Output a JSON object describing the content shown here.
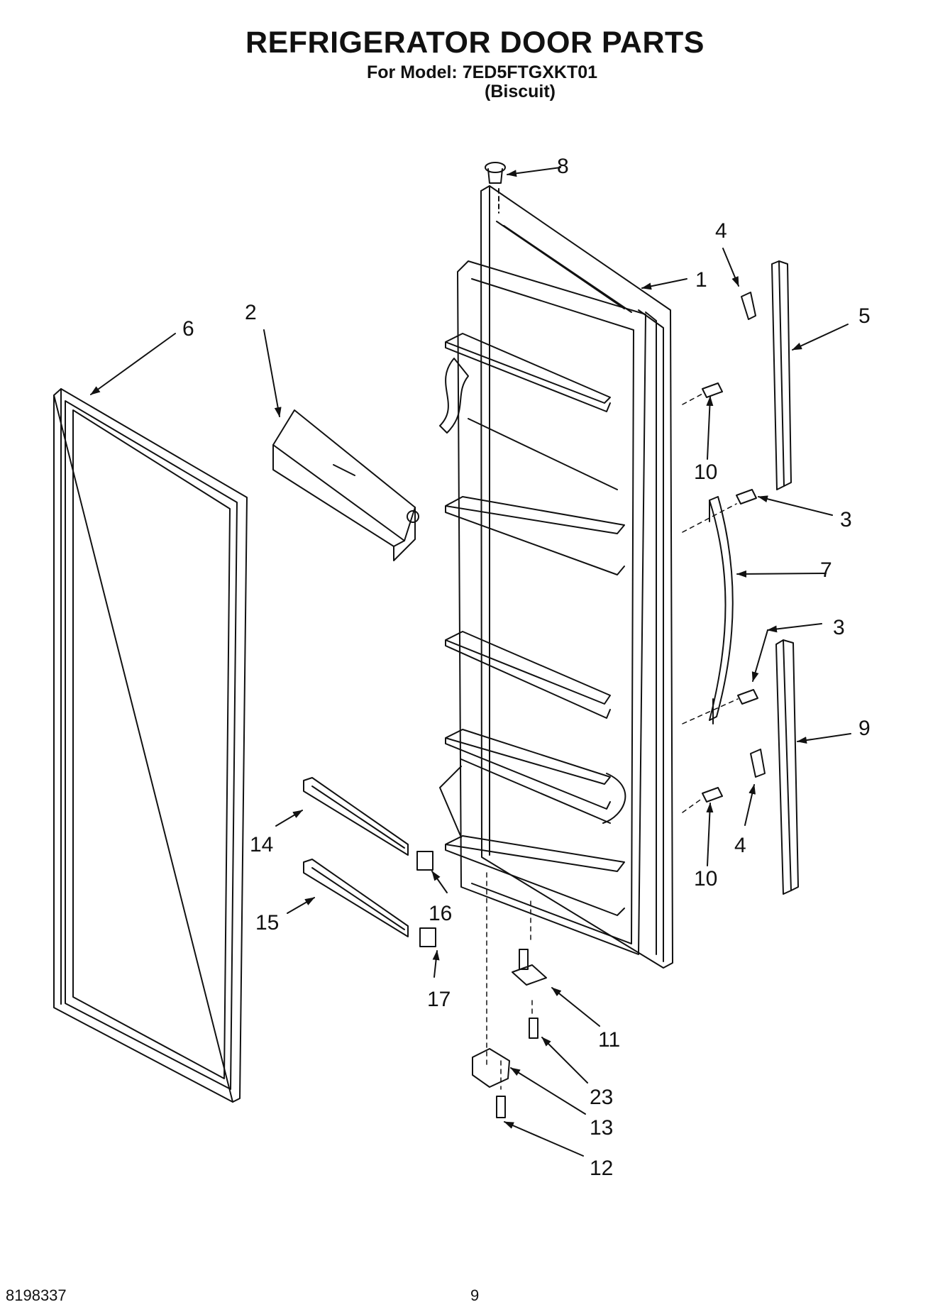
{
  "header": {
    "title": "REFRIGERATOR DOOR PARTS",
    "model_line": "For Model: 7ED5FTGXKT01",
    "color_line": "(Biscuit)"
  },
  "callouts": [
    {
      "id": "c1",
      "label": "1"
    },
    {
      "id": "c2",
      "label": "2"
    },
    {
      "id": "c3a",
      "label": "3"
    },
    {
      "id": "c3b",
      "label": "3"
    },
    {
      "id": "c4a",
      "label": "4"
    },
    {
      "id": "c4b",
      "label": "4"
    },
    {
      "id": "c5",
      "label": "5"
    },
    {
      "id": "c6",
      "label": "6"
    },
    {
      "id": "c7",
      "label": "7"
    },
    {
      "id": "c8",
      "label": "8"
    },
    {
      "id": "c9",
      "label": "9"
    },
    {
      "id": "c10a",
      "label": "10"
    },
    {
      "id": "c10b",
      "label": "10"
    },
    {
      "id": "c11",
      "label": "11"
    },
    {
      "id": "c12",
      "label": "12"
    },
    {
      "id": "c13",
      "label": "13"
    },
    {
      "id": "c14",
      "label": "14"
    },
    {
      "id": "c15",
      "label": "15"
    },
    {
      "id": "c16",
      "label": "16"
    },
    {
      "id": "c17",
      "label": "17"
    },
    {
      "id": "c23",
      "label": "23"
    }
  ],
  "footer": {
    "part_number": "8198337",
    "page_number": "9"
  }
}
